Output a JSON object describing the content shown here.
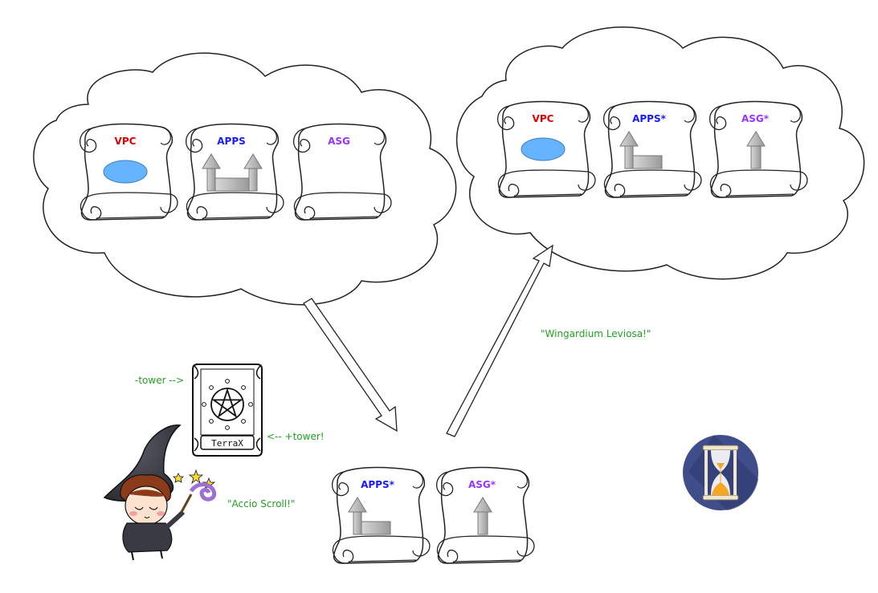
{
  "colors": {
    "vpc": "#e00000",
    "apps": "#1a1aff",
    "asg": "#9933ff",
    "spell": "#22a022",
    "vpc_fill": "#66b3ff",
    "timer_bg": "#3f4d8a",
    "sand": "#f5a623"
  },
  "clouds": {
    "left": {
      "scrolls": [
        {
          "label": "VPC",
          "kind": "vpc",
          "icon": "blue-oval-icon"
        },
        {
          "label": "APPS",
          "kind": "apps",
          "icon": "two-tower-building-icon"
        },
        {
          "label": "ASG",
          "kind": "asg",
          "icon": "none"
        }
      ]
    },
    "right": {
      "scrolls": [
        {
          "label": "VPC",
          "kind": "vpc",
          "icon": "blue-oval-icon"
        },
        {
          "label": "APPS*",
          "kind": "apps",
          "icon": "one-tower-building-icon"
        },
        {
          "label": "ASG*",
          "kind": "asg",
          "icon": "up-arrow-icon"
        }
      ]
    }
  },
  "bottom_scrolls": [
    {
      "label": "APPS*",
      "kind": "apps",
      "icon": "one-tower-building-icon"
    },
    {
      "label": "ASG*",
      "kind": "asg",
      "icon": "up-arrow-icon"
    }
  ],
  "spellbook": {
    "title": "TerraX",
    "minus_note": "-tower -->",
    "plus_note": "<--  +tower!"
  },
  "spells": {
    "accio": "\"Accio Scroll!\"",
    "wingardium": "\"Wingardium Leviosa!\""
  },
  "icons": {
    "witch": "witch-icon",
    "hourglass": "hourglass-icon",
    "pentagram": "pentagram-icon"
  }
}
